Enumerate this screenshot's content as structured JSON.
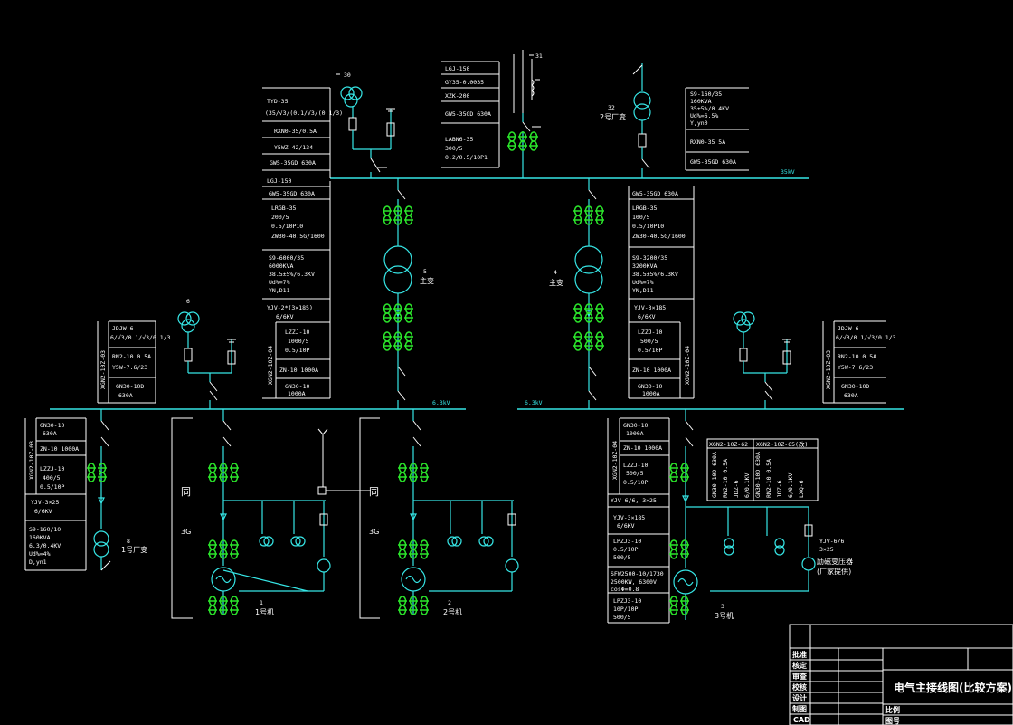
{
  "drawing": {
    "bus_35kv_label": "35kV",
    "bus_63kv_left_label": "6.3kV",
    "bus_63kv_right_label": "6.3kV",
    "tags": {
      "t30": "30",
      "t31": "31",
      "t32": "32",
      "t32_name": "2号厂变",
      "t5": "5",
      "t5_name": "主变",
      "t4": "4",
      "t4_name": "主变",
      "t6": "6",
      "t8": "8",
      "t8_name": "1号厂变",
      "t1": "1",
      "t1_name": "1号机",
      "t2": "2",
      "t2_name": "2号机",
      "t3": "3",
      "t3_name": "3号机"
    },
    "gen_labels": {
      "same1": "同",
      "same2": "同",
      "g3a": "3G",
      "g3b": "3G",
      "y_mark": "Y"
    },
    "panel_pt35": [
      "TYD-35",
      "(35/√3/(0.1/√3/(0.1/3)",
      "RXN0-35/0.5A",
      "Y5WZ-42/134",
      "GW5-35GD 630A"
    ],
    "panel_incoming": [
      "LGJ-150",
      "GY35-0.0035",
      "XZK-200",
      "GW5-35GD 630A",
      "LABN6-35",
      "300/5",
      "0.2/0.5/10P1"
    ],
    "panel_st2": [
      "S9-160/35",
      "160KVA",
      "35±5%/0.4KV",
      "Ud%=6.5%",
      "Y,yn0",
      "RXN0-35 5A",
      "GW5-35GD 630A"
    ],
    "panel_mt5": [
      "LGJ-150",
      "GW5-35GD 630A",
      "LRGB-35",
      "200/5",
      "0.5/10P10",
      "ZW30-40.5G/1600",
      "S9-6000/35",
      "6000KVA",
      "38.5±5%/6.3KV",
      "Ud%=7%",
      "YN,D11",
      "YJV-2*(3×185)",
      "6/6KV",
      "LZZJ-10",
      "1000/5",
      "0.5/10P",
      "ZN-10 1000A",
      "GN30-10",
      "1000A"
    ],
    "panel_mt5_side": "XGN2-10Z-04",
    "panel_mt4": [
      "GW5-35GD 630A",
      "LRGB-35",
      "100/5",
      "0.5/10P10",
      "ZW30-40.5G/1600",
      "S9-3200/35",
      "3200KVA",
      "38.5±5%/6.3KV",
      "Ud%=7%",
      "YN,D11",
      "YJV-3×185",
      "6/6KV",
      "LZZJ-10",
      "500/5",
      "0.5/10P",
      "ZN-10 1000A",
      "GN30-10",
      "1000A"
    ],
    "panel_mt4_side": "XGN2-10Z-04",
    "panel_pt_left": [
      "JDJW-6",
      "6/√3/0.1/√3/0.1/3",
      "RN2-10 0.5A",
      "Y5W-7.6/23",
      "GN30-10D",
      "630A"
    ],
    "panel_pt_left_side": "XGN2-10Z-03",
    "panel_pt_right": [
      "JDJW-6",
      "6/√3/0.1/√3/0.1/3",
      "RN2-10 0.5A",
      "Y5W-7.6/23",
      "GN30-10D",
      "630A"
    ],
    "panel_pt_right_side": "XGN2-10Z-03",
    "panel_st1": [
      "GN30-10",
      "630A",
      "ZN-10 1000A",
      "LZZJ-10",
      "400/5",
      "0.5/10P",
      "YJV-3×25",
      "6/6KV",
      "S9-160/10",
      "160KVA",
      "6.3/0.4KV",
      "Ud%=4%",
      "D,yn1"
    ],
    "panel_st1_side": "XGN2-10Z-03",
    "panel_g3": [
      "GN30-10",
      "1000A",
      "ZN-10 1000A",
      "LZZJ-10",
      "500/5",
      "0.5/10P",
      "YJV-6/6, 3×25",
      "YJV-3×185",
      "6/6KV",
      "LPZJ3-10",
      "0.5/10P",
      "500/5",
      "SFW2500-10/1730",
      "2500KW, 6300V",
      "cosΦ=0.8",
      "LPZJ3-10",
      "10P/10P",
      "500/5"
    ],
    "panel_g3_side": "XGN2-10Z-04",
    "panel_g3_sub": [
      "XGN2-10Z-62",
      "XGN2-10Z-65(改)"
    ],
    "panel_g3_sub_cols": [
      "GN30-10D 630A",
      "RN2-10 0.5A",
      "JDZ-6",
      "6/0.1KV",
      "GN30-10D 630A",
      "RN2-10 0.5A",
      "JDZ-6",
      "6/0.1KV",
      "LXQ-6"
    ],
    "panel_excite": [
      "YJV-6/6",
      "3×25",
      "励磁变压器",
      "(厂家提供)"
    ],
    "title_block": {
      "rows": [
        "批准",
        "核定",
        "审查",
        "校核",
        "设计",
        "制图",
        "CAD"
      ],
      "title": "电气主接线图(比较方案)",
      "scale_label": "比例",
      "no_label": "图号"
    }
  },
  "colors": {
    "background": "#000000",
    "line_white": "#ffffff",
    "line_cyan": "#36e6e6",
    "ct_green": "#2be52b"
  }
}
